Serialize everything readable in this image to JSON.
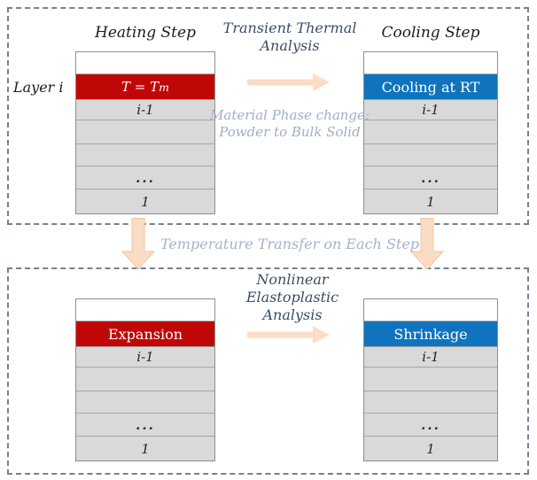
{
  "diagram": {
    "layer_label": "Layer i",
    "rows": {
      "prev": "i-1",
      "dots": "...",
      "first": "1"
    },
    "top": {
      "heating_title": "Heating Step",
      "cooling_title": "Cooling Step",
      "center_title_line1": "Transient Thermal",
      "center_title_line2": "Analysis",
      "heating_active_main": "T = T",
      "heating_active_sub": "m",
      "cooling_active": "Cooling at RT",
      "note_line1": "Material Phase change:",
      "note_line2": "Powder to Bulk Solid"
    },
    "between_label": "Temperature Transfer on Each Step",
    "bottom": {
      "title_line1": "Nonlinear Elastoplastic",
      "title_line2": "Analysis",
      "left_active": "Expansion",
      "right_active": "Shrinkage"
    },
    "colors": {
      "hot_red": "#c00707",
      "cool_blue": "#0f74bd",
      "layer_gray": "#d9d9d9",
      "arrow_peach": "#fbddc5",
      "box_border": "#76828f",
      "navy_text": "#3d4c63",
      "lavender_text": "#9fadc9"
    }
  }
}
